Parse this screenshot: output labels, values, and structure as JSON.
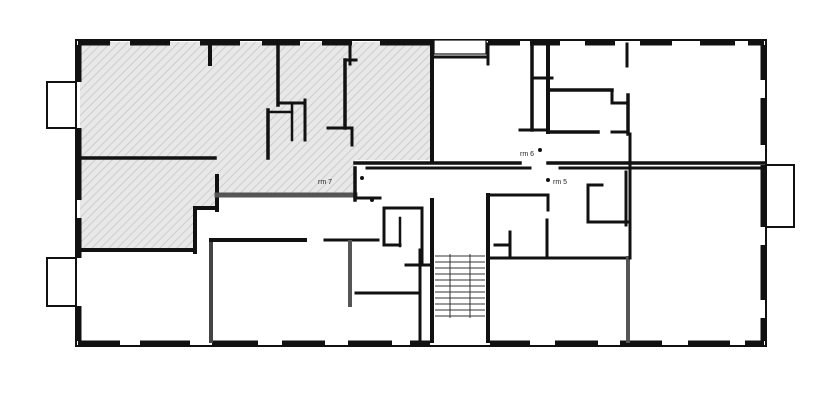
{
  "diagram": {
    "type": "architectural-floor-plan",
    "room_labels": [
      "rm 7",
      "rm 6",
      "rm 5"
    ],
    "colors": {
      "wall": "#111111",
      "shaded_area_fill": "#e6e6e6",
      "hatch": "#bdbdbd",
      "background": "#ffffff"
    }
  }
}
